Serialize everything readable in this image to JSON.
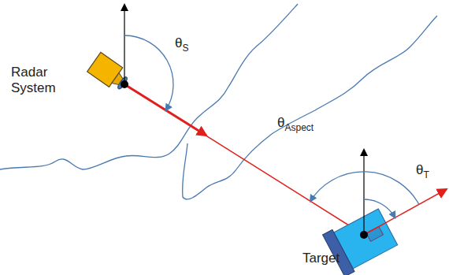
{
  "diagram": {
    "labels": [
      "θS",
      "Radar System",
      "θAspect",
      "θT",
      "Target"
    ]
  }
}
